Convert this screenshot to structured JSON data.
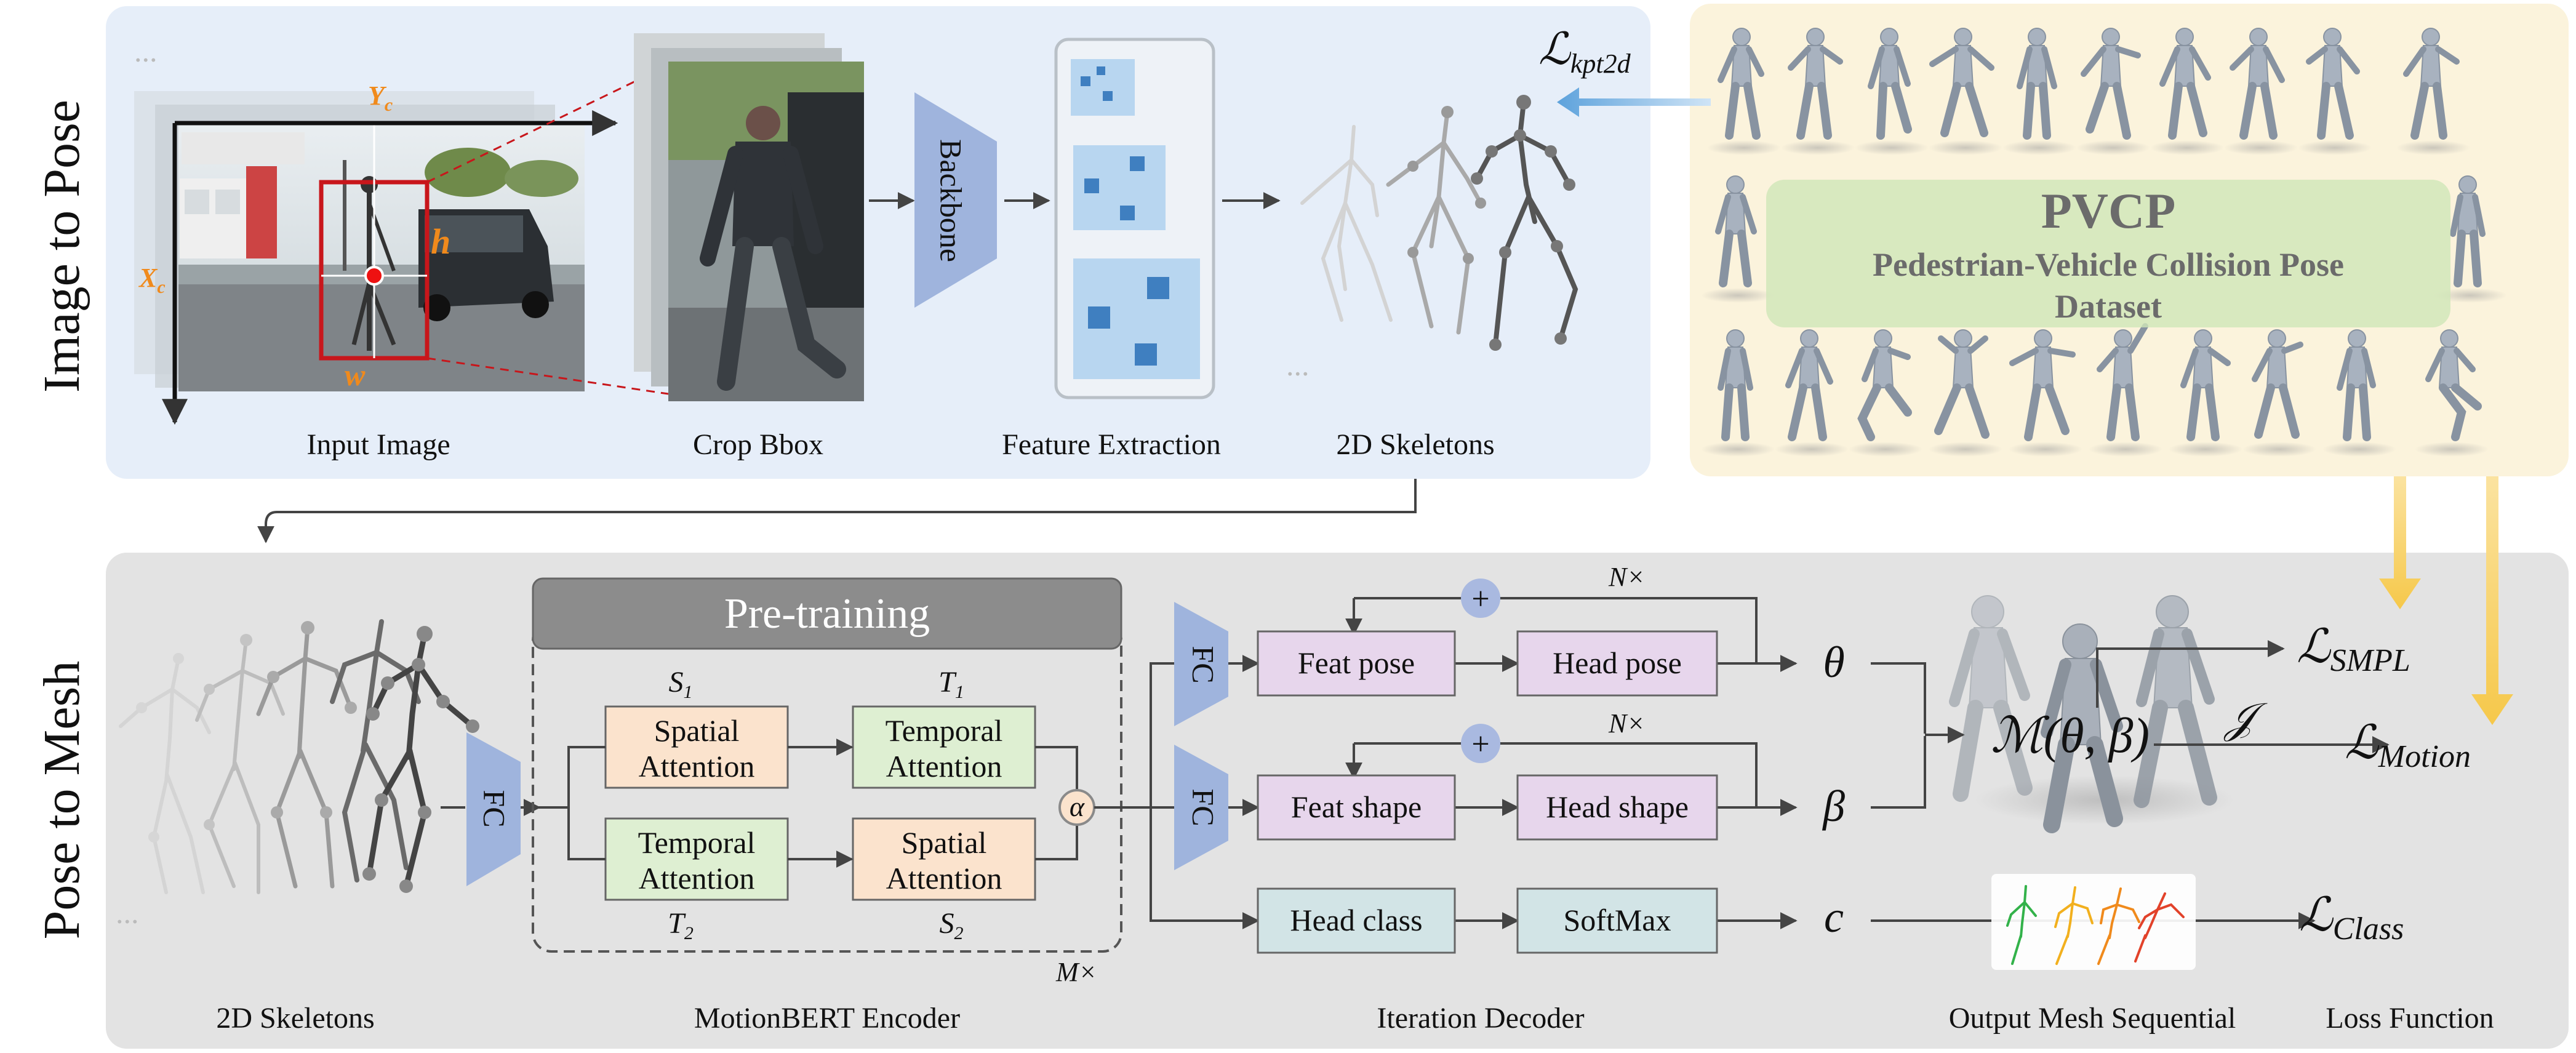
{
  "side_titles": {
    "top": "Image to Pose",
    "bottom": "Pose to Mesh"
  },
  "captions": {
    "input_image": "Input Image",
    "crop_bbox": "Crop Bbox",
    "feature_extraction": "Feature Extraction",
    "skeletons_top": "2D Skeletons",
    "skeletons_bottom": "2D Skeletons",
    "motionbert_encoder": "MotionBERT Encoder",
    "iteration_decoder": "Iteration Decoder",
    "output_mesh": "Output Mesh Sequential",
    "loss_function": "Loss Function"
  },
  "image_labels": {
    "yc": "Y",
    "yc_sub": "c",
    "xc": "X",
    "xc_sub": "c",
    "h": "h",
    "w": "w"
  },
  "backbone": "Backbone",
  "dataset": {
    "title": "PVCP",
    "subtitle_line1": "Pedestrian-Vehicle Collision Pose",
    "subtitle_line2": "Dataset"
  },
  "encoder": {
    "header": "Pre-training",
    "s1": "S",
    "s1_sub": "1",
    "t1": "T",
    "t1_sub": "1",
    "t2": "T",
    "t2_sub": "2",
    "s2": "S",
    "s2_sub": "2",
    "spatial_attention_1": [
      "Spatial",
      "Attention"
    ],
    "temporal_attention_1": [
      "Temporal",
      "Attention"
    ],
    "temporal_attention_2": [
      "Temporal",
      "Attention"
    ],
    "spatial_attention_2": [
      "Spatial",
      "Attention"
    ],
    "alpha": "α",
    "repeat": "M×"
  },
  "fc": {
    "left": "FC",
    "top": "FC",
    "bottom": "FC"
  },
  "decoder": {
    "feat_pose": "Feat pose",
    "head_pose": "Head pose",
    "feat_shape": "Feat shape",
    "head_shape": "Head shape",
    "head_class": "Head class",
    "softmax": "SoftMax",
    "plus": "+",
    "iter_top": "N×",
    "iter_bottom": "N×"
  },
  "outputs": {
    "theta": "θ",
    "beta": "β",
    "c": "c",
    "mesh_function": "ℳ(θ, β)",
    "j": "𝒥"
  },
  "losses": {
    "kpt2d": "kpt2d",
    "smpl": "SMPL",
    "motion": "Motion",
    "class": "Class",
    "L": "ℒ"
  },
  "ellipsis": "..."
}
